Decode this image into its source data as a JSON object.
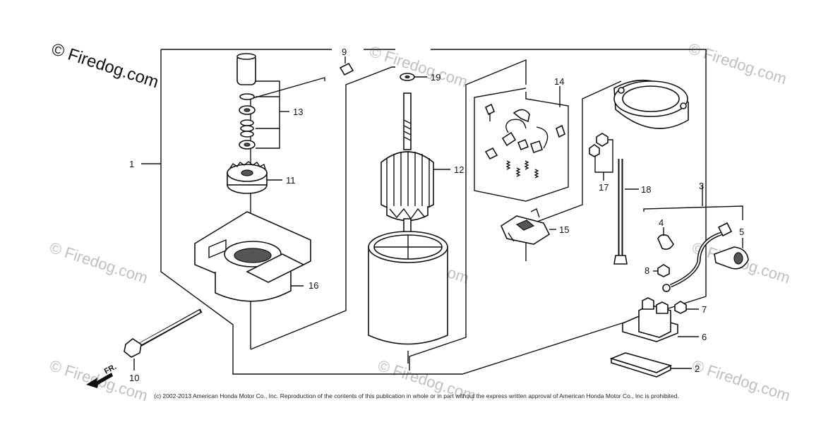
{
  "watermarks": [
    "© Firedog.com",
    "© Firedog.com",
    "© Firedog.com",
    "© Firedog.com",
    "© Firedog.com",
    "© Firedog.com",
    "© Firedog.com",
    "© Firedog.com",
    "© Firedog.com"
  ],
  "direction_label": "FR.",
  "callouts": {
    "p1": "1",
    "p2": "2",
    "p3": "3",
    "p4": "4",
    "p5": "5",
    "p6": "6",
    "p7": "7",
    "p8": "8",
    "p9": "9",
    "p10": "10",
    "p11": "11",
    "p12": "12",
    "p13": "13",
    "p14": "14",
    "p15": "15",
    "p16": "16",
    "p17": "17",
    "p18": "18",
    "p19": "19"
  },
  "copyright": "(c) 2002-2013 American Honda Motor Co., Inc. Reproduction of the contents of this publication in whole or in part without the express written approval of American Honda Motor Co., Inc is prohibited."
}
